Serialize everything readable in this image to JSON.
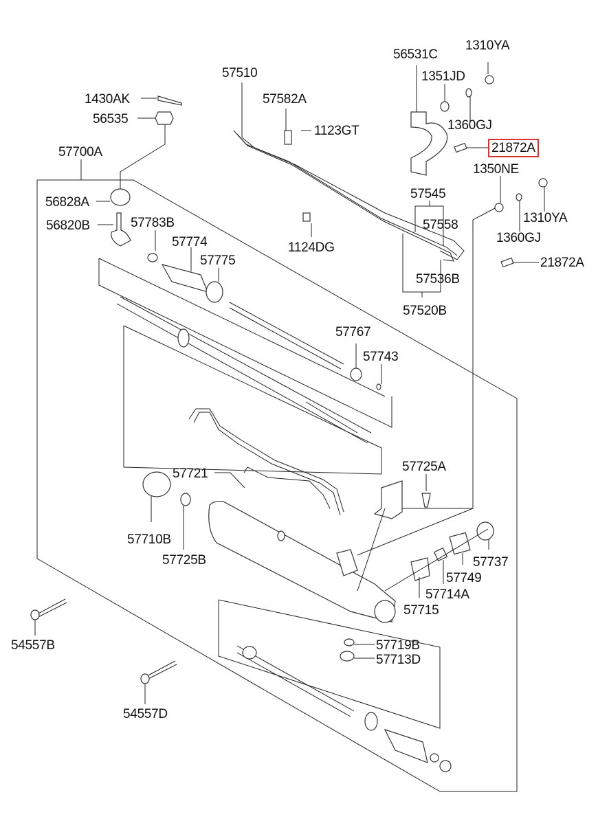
{
  "diagram": {
    "title": "Power Steering Gear Box Assembly",
    "highlight_color": "#e03030",
    "highlighted_part": "21872A",
    "labels": {
      "p1430AK": "1430AK",
      "p56535": "56535",
      "p57700A": "57700A",
      "p56828A": "56828A",
      "p56820B": "56820B",
      "p57783B": "57783B",
      "p57774": "57774",
      "p57775": "57775",
      "p57510": "57510",
      "p57582A": "57582A",
      "p1123GT": "1123GT",
      "p1124DG": "1124DG",
      "p56531C": "56531C",
      "p1310YA_a": "1310YA",
      "p1351JD": "1351JD",
      "p1360GJ_a": "1360GJ",
      "p21872A_a": "21872A",
      "p1350NE": "1350NE",
      "p1310YA_b": "1310YA",
      "p1360GJ_b": "1360GJ",
      "p21872A_b": "21872A",
      "p57545": "57545",
      "p57558": "57558",
      "p57536B": "57536B",
      "p57520B": "57520B",
      "p57767": "57767",
      "p57743": "57743",
      "p57721": "57721",
      "p57725A": "57725A",
      "p57710B": "57710B",
      "p57725B": "57725B",
      "p57737": "57737",
      "p57749": "57749",
      "p57714A": "57714A",
      "p57715": "57715",
      "p57719B": "57719B",
      "p57713D": "57713D",
      "p54557B": "54557B",
      "p54557D": "54557D"
    }
  }
}
